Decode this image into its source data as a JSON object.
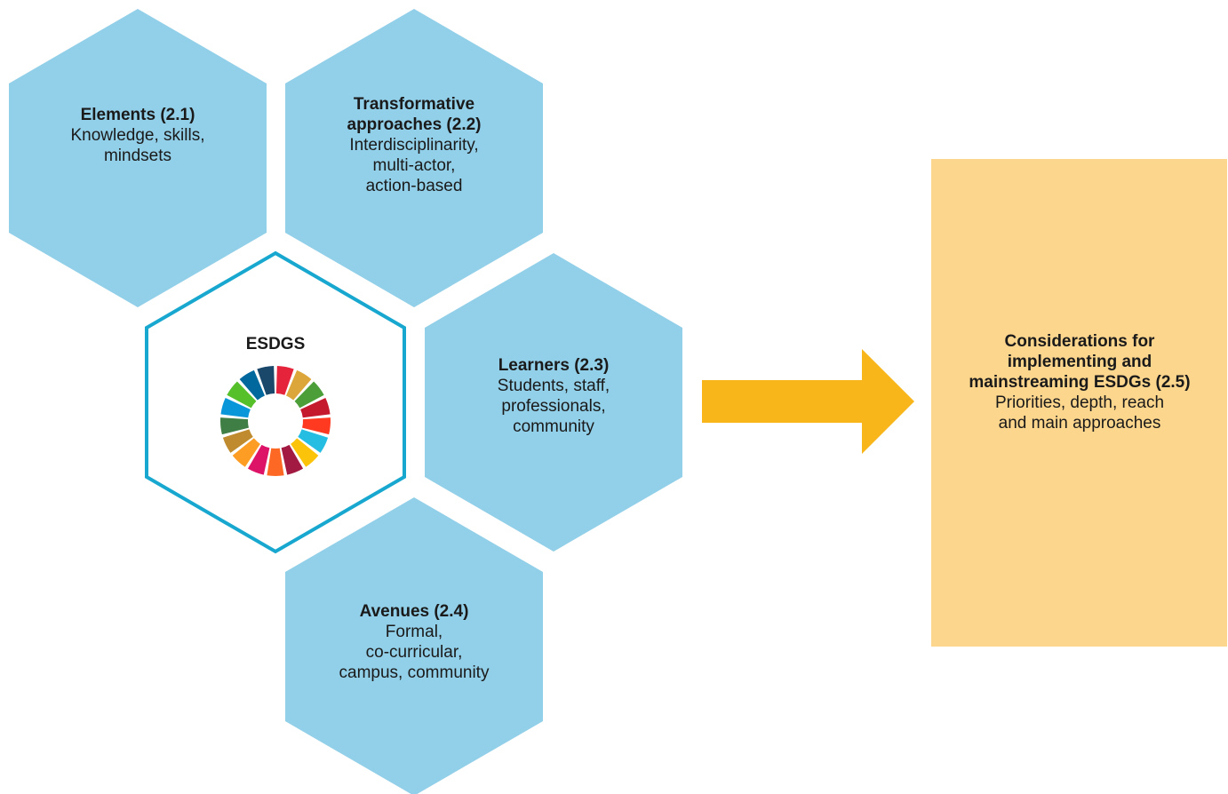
{
  "colors": {
    "hex_fill": "#92cfe8",
    "center_border": "#17a7cf",
    "arrow": "#f9b61b",
    "box_fill": "#fdd68e",
    "sdg_wheel": [
      "#e5243b",
      "#dda63a",
      "#4c9f38",
      "#c5192d",
      "#ff3a21",
      "#26bde2",
      "#fcc30b",
      "#a21942",
      "#fd6925",
      "#dd1367",
      "#fd9d24",
      "#bf8b2e",
      "#3f7e44",
      "#0a97d9",
      "#56c02b",
      "#00689d",
      "#19486a"
    ]
  },
  "hexagons": {
    "elements": {
      "title": "Elements (2.1)",
      "body": "Knowledge, skills,\nmindsets"
    },
    "transformative": {
      "title": "Transformative\napproaches (2.2)",
      "body": "Interdisciplinarity,\nmulti-actor,\naction-based"
    },
    "center": {
      "title": "ESDGS"
    },
    "learners": {
      "title": "Learners (2.3)",
      "body": "Students, staff,\nprofessionals,\ncommunity"
    },
    "avenues": {
      "title": "Avenues (2.4)",
      "body": "Formal,\nco-curricular,\ncampus, community"
    }
  },
  "box": {
    "title": "Considerations for\nimplementing and\nmainstreaming ESDGs (2.5)",
    "body": "Priorities, depth, reach\nand main approaches"
  }
}
